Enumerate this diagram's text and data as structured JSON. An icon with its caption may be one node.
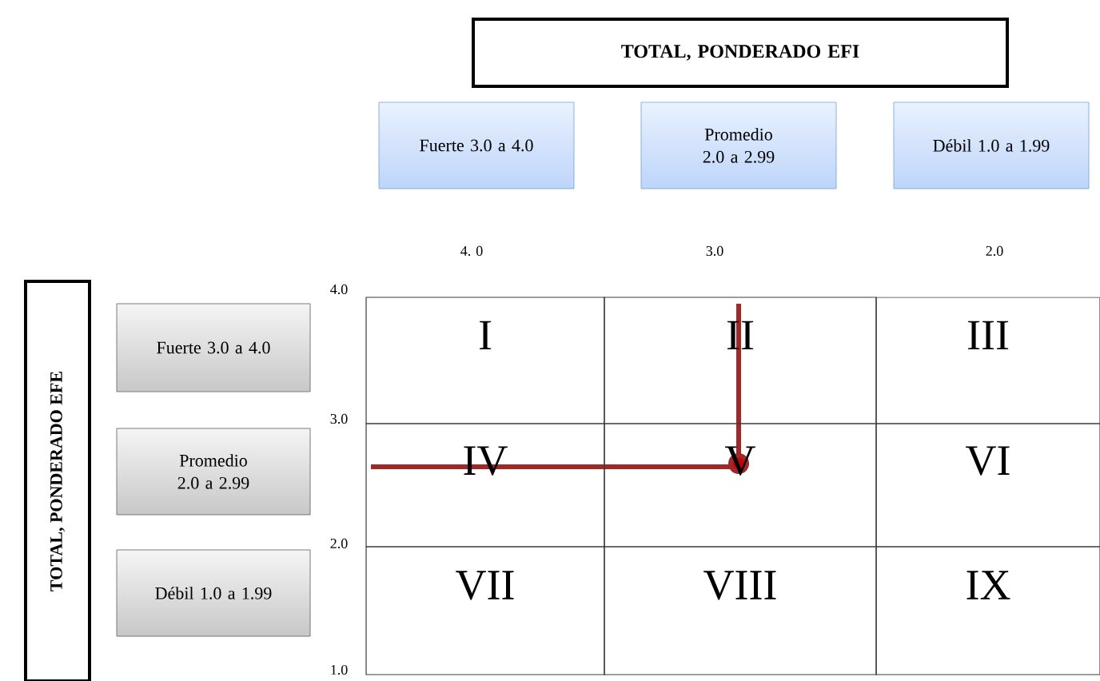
{
  "diagram": {
    "nodes": [
      {
        "text": [
          "TOTAL, PONDERADO EFI"
        ]
      },
      {
        "text": [
          "Fuerte 3.0 a 4.0"
        ]
      },
      {
        "text": [
          "Promedio 2.0 a 2.99"
        ]
      },
      {
        "text": [
          "Débil 1.0 a 1.99"
        ]
      },
      {
        "text": [
          "TOTAL, PONDERADO EFE"
        ]
      },
      {
        "text": [
          "Fuerte 3.0 a 4.0"
        ]
      },
      {
        "text": [
          "Promedio 2.0 a 2.99"
        ]
      },
      {
        "text": [
          "Débil 1.0 a 1.99"
        ]
      },
      {
        "text": [
          "I"
        ]
      },
      {
        "text": [
          "II"
        ]
      },
      {
        "text": [
          "III"
        ]
      },
      {
        "text": [
          "IV"
        ]
      },
      {
        "text": [
          "V"
        ]
      },
      {
        "text": [
          "VI"
        ]
      },
      {
        "text": [
          "VII"
        ]
      },
      {
        "text": [
          "VIII"
        ]
      },
      {
        "text": [
          "IX"
        ]
      }
    ],
    "labels": [
      "4. 0",
      "3.0",
      "2.0",
      "4.0",
      "3.0",
      "2.0",
      "1.0"
    ]
  }
}
